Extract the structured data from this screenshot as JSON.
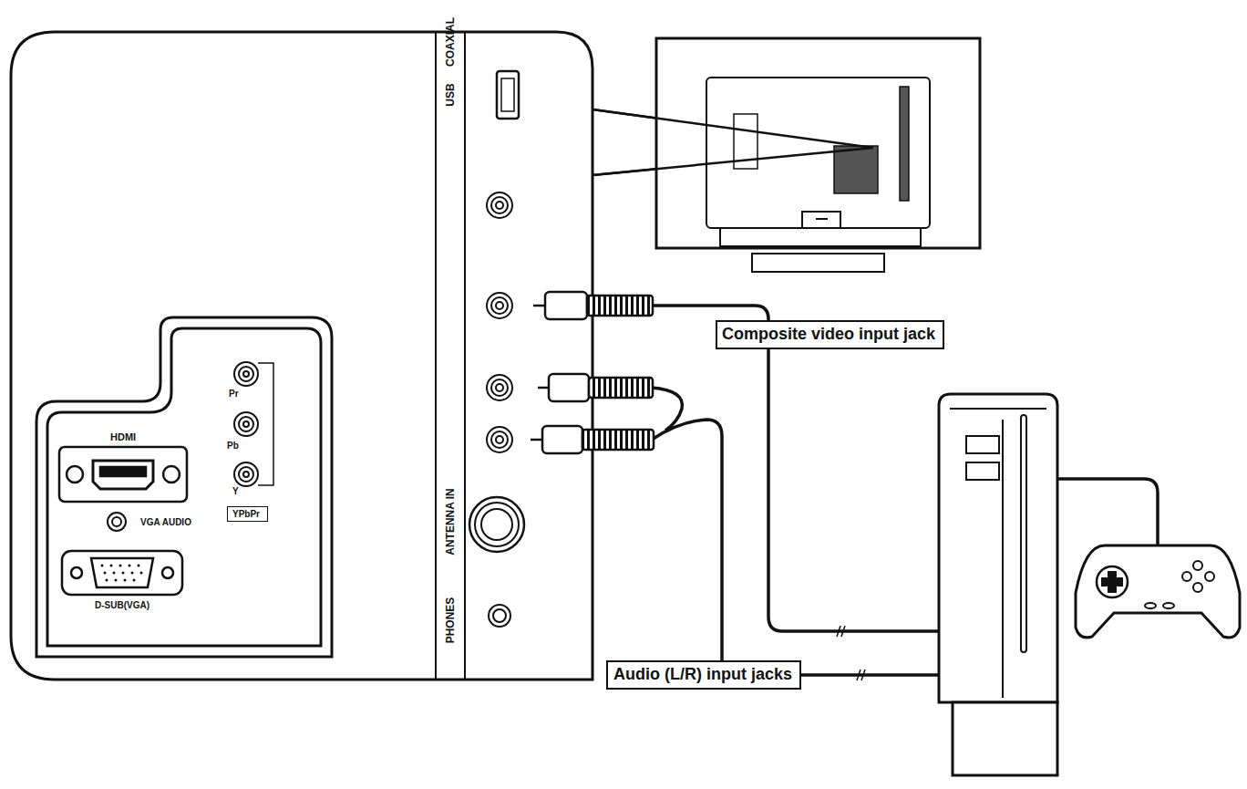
{
  "diagram": {
    "nodes": [
      {
        "text": [
          "YPbPr"
        ]
      },
      {
        "text": [
          "Composite video input jack"
        ]
      },
      {
        "text": [
          "Audio (L/R) input jacks"
        ]
      }
    ],
    "labels": [
      "USB",
      "COAXIAL",
      "ANTENNA IN",
      "PHONES",
      "HDMI",
      "VGA AUDIO",
      "D-SUB(VGA)",
      "Pr",
      "Pb",
      "Y"
    ]
  }
}
